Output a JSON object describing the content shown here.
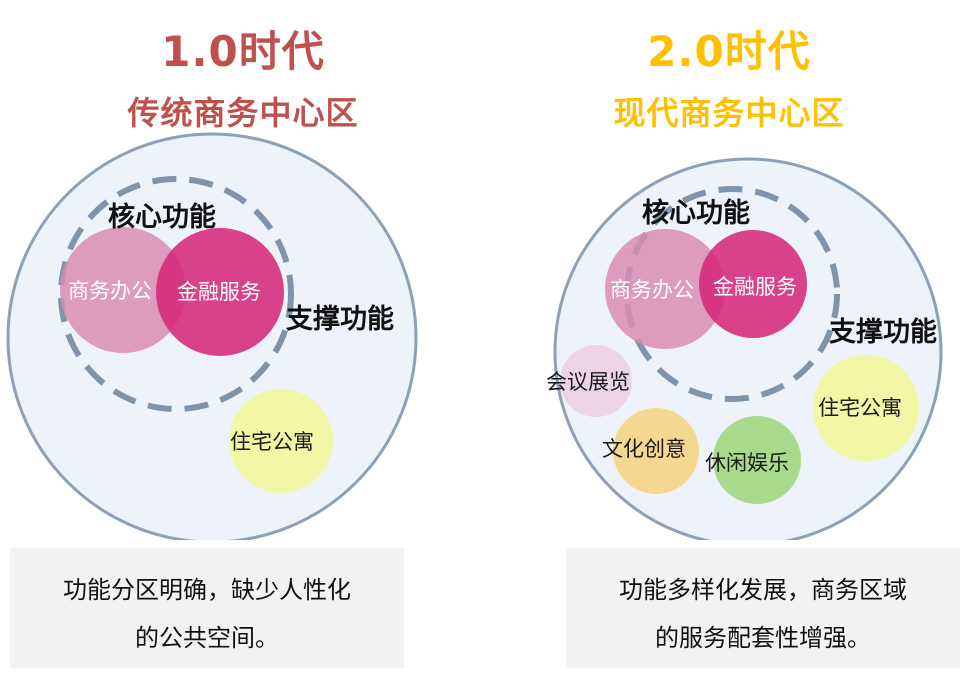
{
  "colors": {
    "era1": "#c0504d",
    "era2": "#ffc000",
    "outer_fill": "#eef3fb",
    "outer_stroke": "#8ea0b6",
    "dash_stroke": "#7f93ab",
    "office": "#d98cb3",
    "finance": "#d6297a",
    "housing": "#f1f7a4",
    "expo": "#ecd4e6",
    "culture": "#f5d88f",
    "leisure": "#a9d98a",
    "caption_bg": "#f2f2f2"
  },
  "left": {
    "era": "1.0时代",
    "zone": "传统商务中心区",
    "core_label": "核心功能",
    "support_label": "支撑功能",
    "office": "商务办公",
    "finance": "金融服务",
    "housing": "住宅公寓",
    "caption_line1": "功能分区明确，缺少人性化",
    "caption_line2": "的公共空间。"
  },
  "right": {
    "era": "2.0时代",
    "zone": "现代商务中心区",
    "core_label": "核心功能",
    "support_label": "支撑功能",
    "office": "商务办公",
    "finance": "金融服务",
    "expo": "会议展览",
    "culture": "文化创意",
    "leisure": "休闲娱乐",
    "housing": "住宅公寓",
    "caption_line1": "功能多样化发展，商务区域",
    "caption_line2": "的服务配套性增强。"
  }
}
